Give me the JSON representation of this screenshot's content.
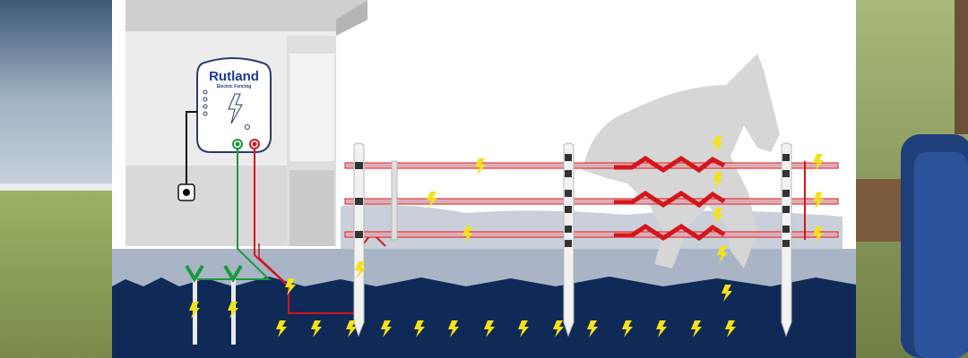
{
  "logo": {
    "brand": "Rutland",
    "tagline": "Electric Fencing"
  },
  "colors": {
    "ground": "#0f2a56",
    "grass_band": "#a9b5c6",
    "live_wire": "#d4161c",
    "earth_wire": "#1a9a3a",
    "bolt": "#f5e11a",
    "building": "#d9d9d9",
    "horse": "#d6d6d6"
  },
  "icons": [
    "lightning-bolt-icon",
    "energiser-unit",
    "earth-stake",
    "fence-post",
    "horse-silhouette",
    "power-socket"
  ]
}
